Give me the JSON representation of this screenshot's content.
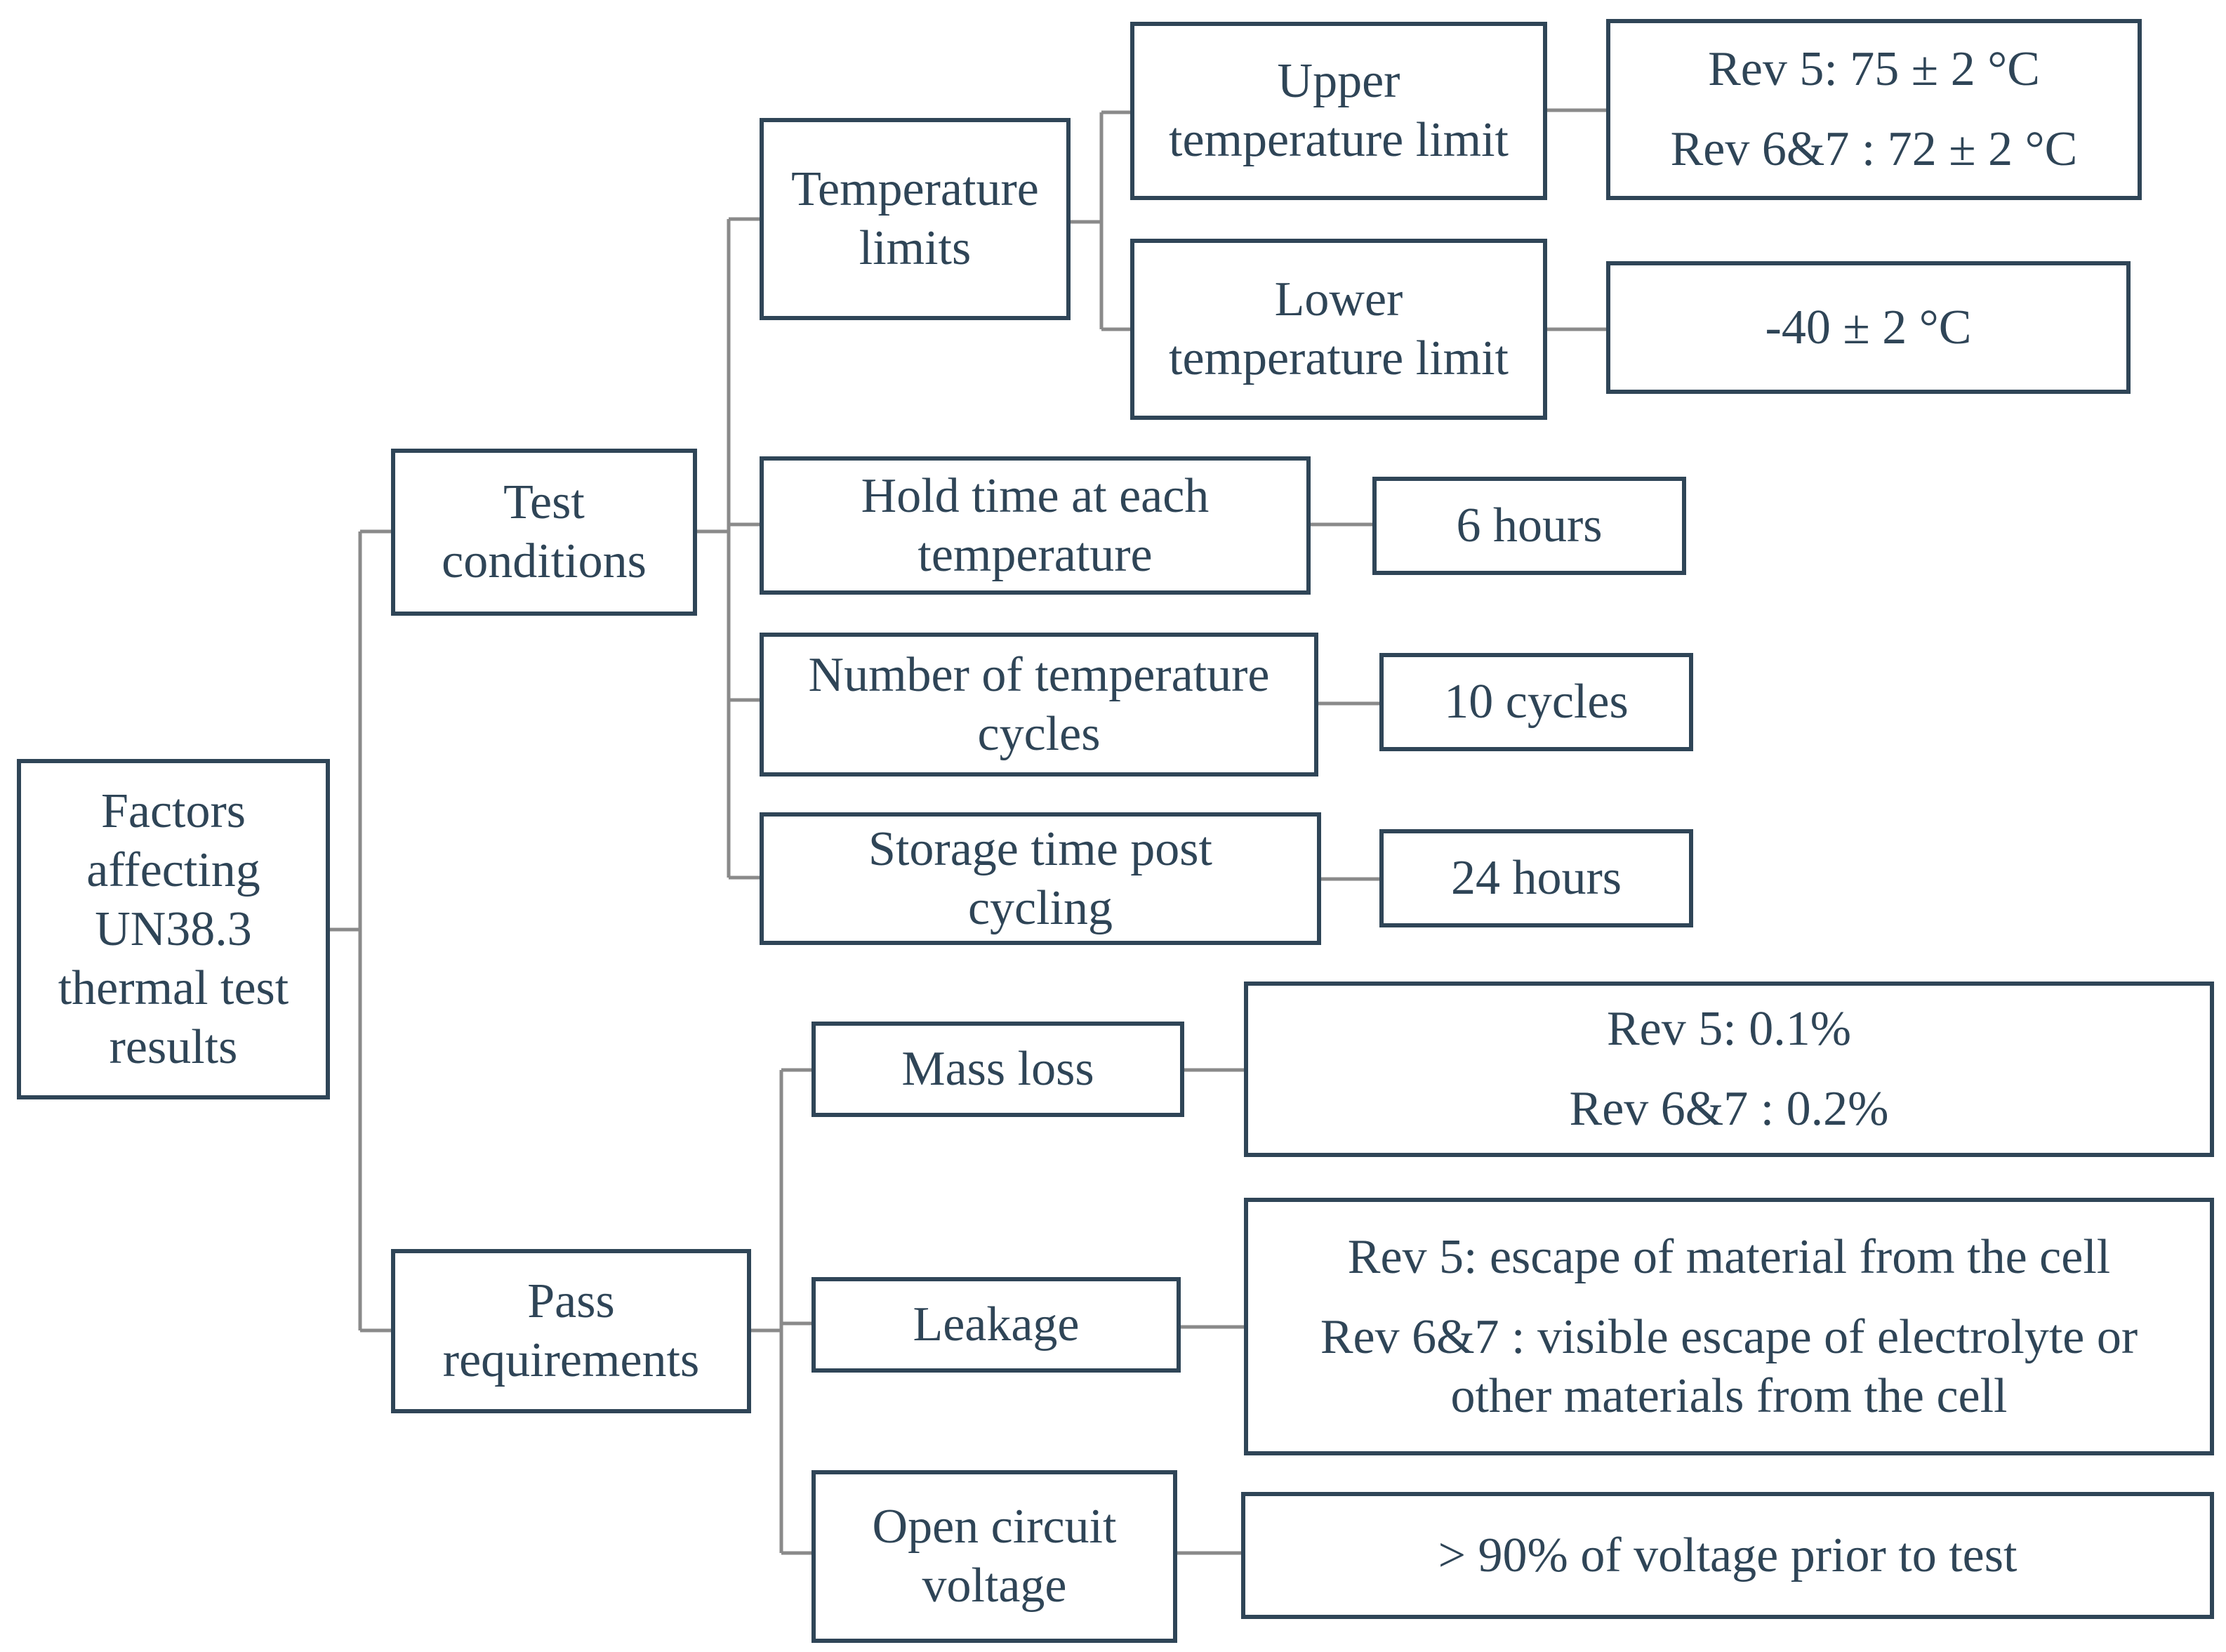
{
  "diagram": {
    "root": [
      "Factors",
      "affecting",
      "UN38.3",
      "thermal test",
      "results"
    ],
    "test_conditions": [
      "Test",
      "conditions"
    ],
    "pass_requirements": [
      "Pass",
      "requirements"
    ],
    "temperature_limits": [
      "Temperature",
      "limits"
    ],
    "upper_limit": [
      "Upper",
      "temperature limit"
    ],
    "upper_limit_value": [
      "Rev 5: 75 ± 2 °C",
      "Rev 6&7 : 72 ± 2 °C"
    ],
    "lower_limit": [
      "Lower",
      "temperature limit"
    ],
    "lower_limit_value": "-40 ± 2 °C",
    "hold_time": [
      "Hold time at each",
      "temperature"
    ],
    "hold_time_value": "6 hours",
    "num_cycles": [
      "Number of temperature",
      "cycles"
    ],
    "num_cycles_value": "10 cycles",
    "storage_time": [
      "Storage time post",
      "cycling"
    ],
    "storage_time_value": "24 hours",
    "mass_loss": "Mass loss",
    "mass_loss_value": [
      "Rev 5: 0.1%",
      "Rev 6&7 : 0.2%"
    ],
    "leakage": "Leakage",
    "leakage_value": [
      "Rev 5: escape of material from the cell",
      "Rev 6&7 : visible escape of electrolyte or",
      "other materials from the cell"
    ],
    "ocv": [
      "Open circuit",
      "voltage"
    ],
    "ocv_value": "> 90% of voltage prior to test",
    "colors": {
      "box_border": "#2f4557",
      "text": "#2f4557",
      "connector": "#8a8a8a",
      "background": "#ffffff"
    }
  }
}
